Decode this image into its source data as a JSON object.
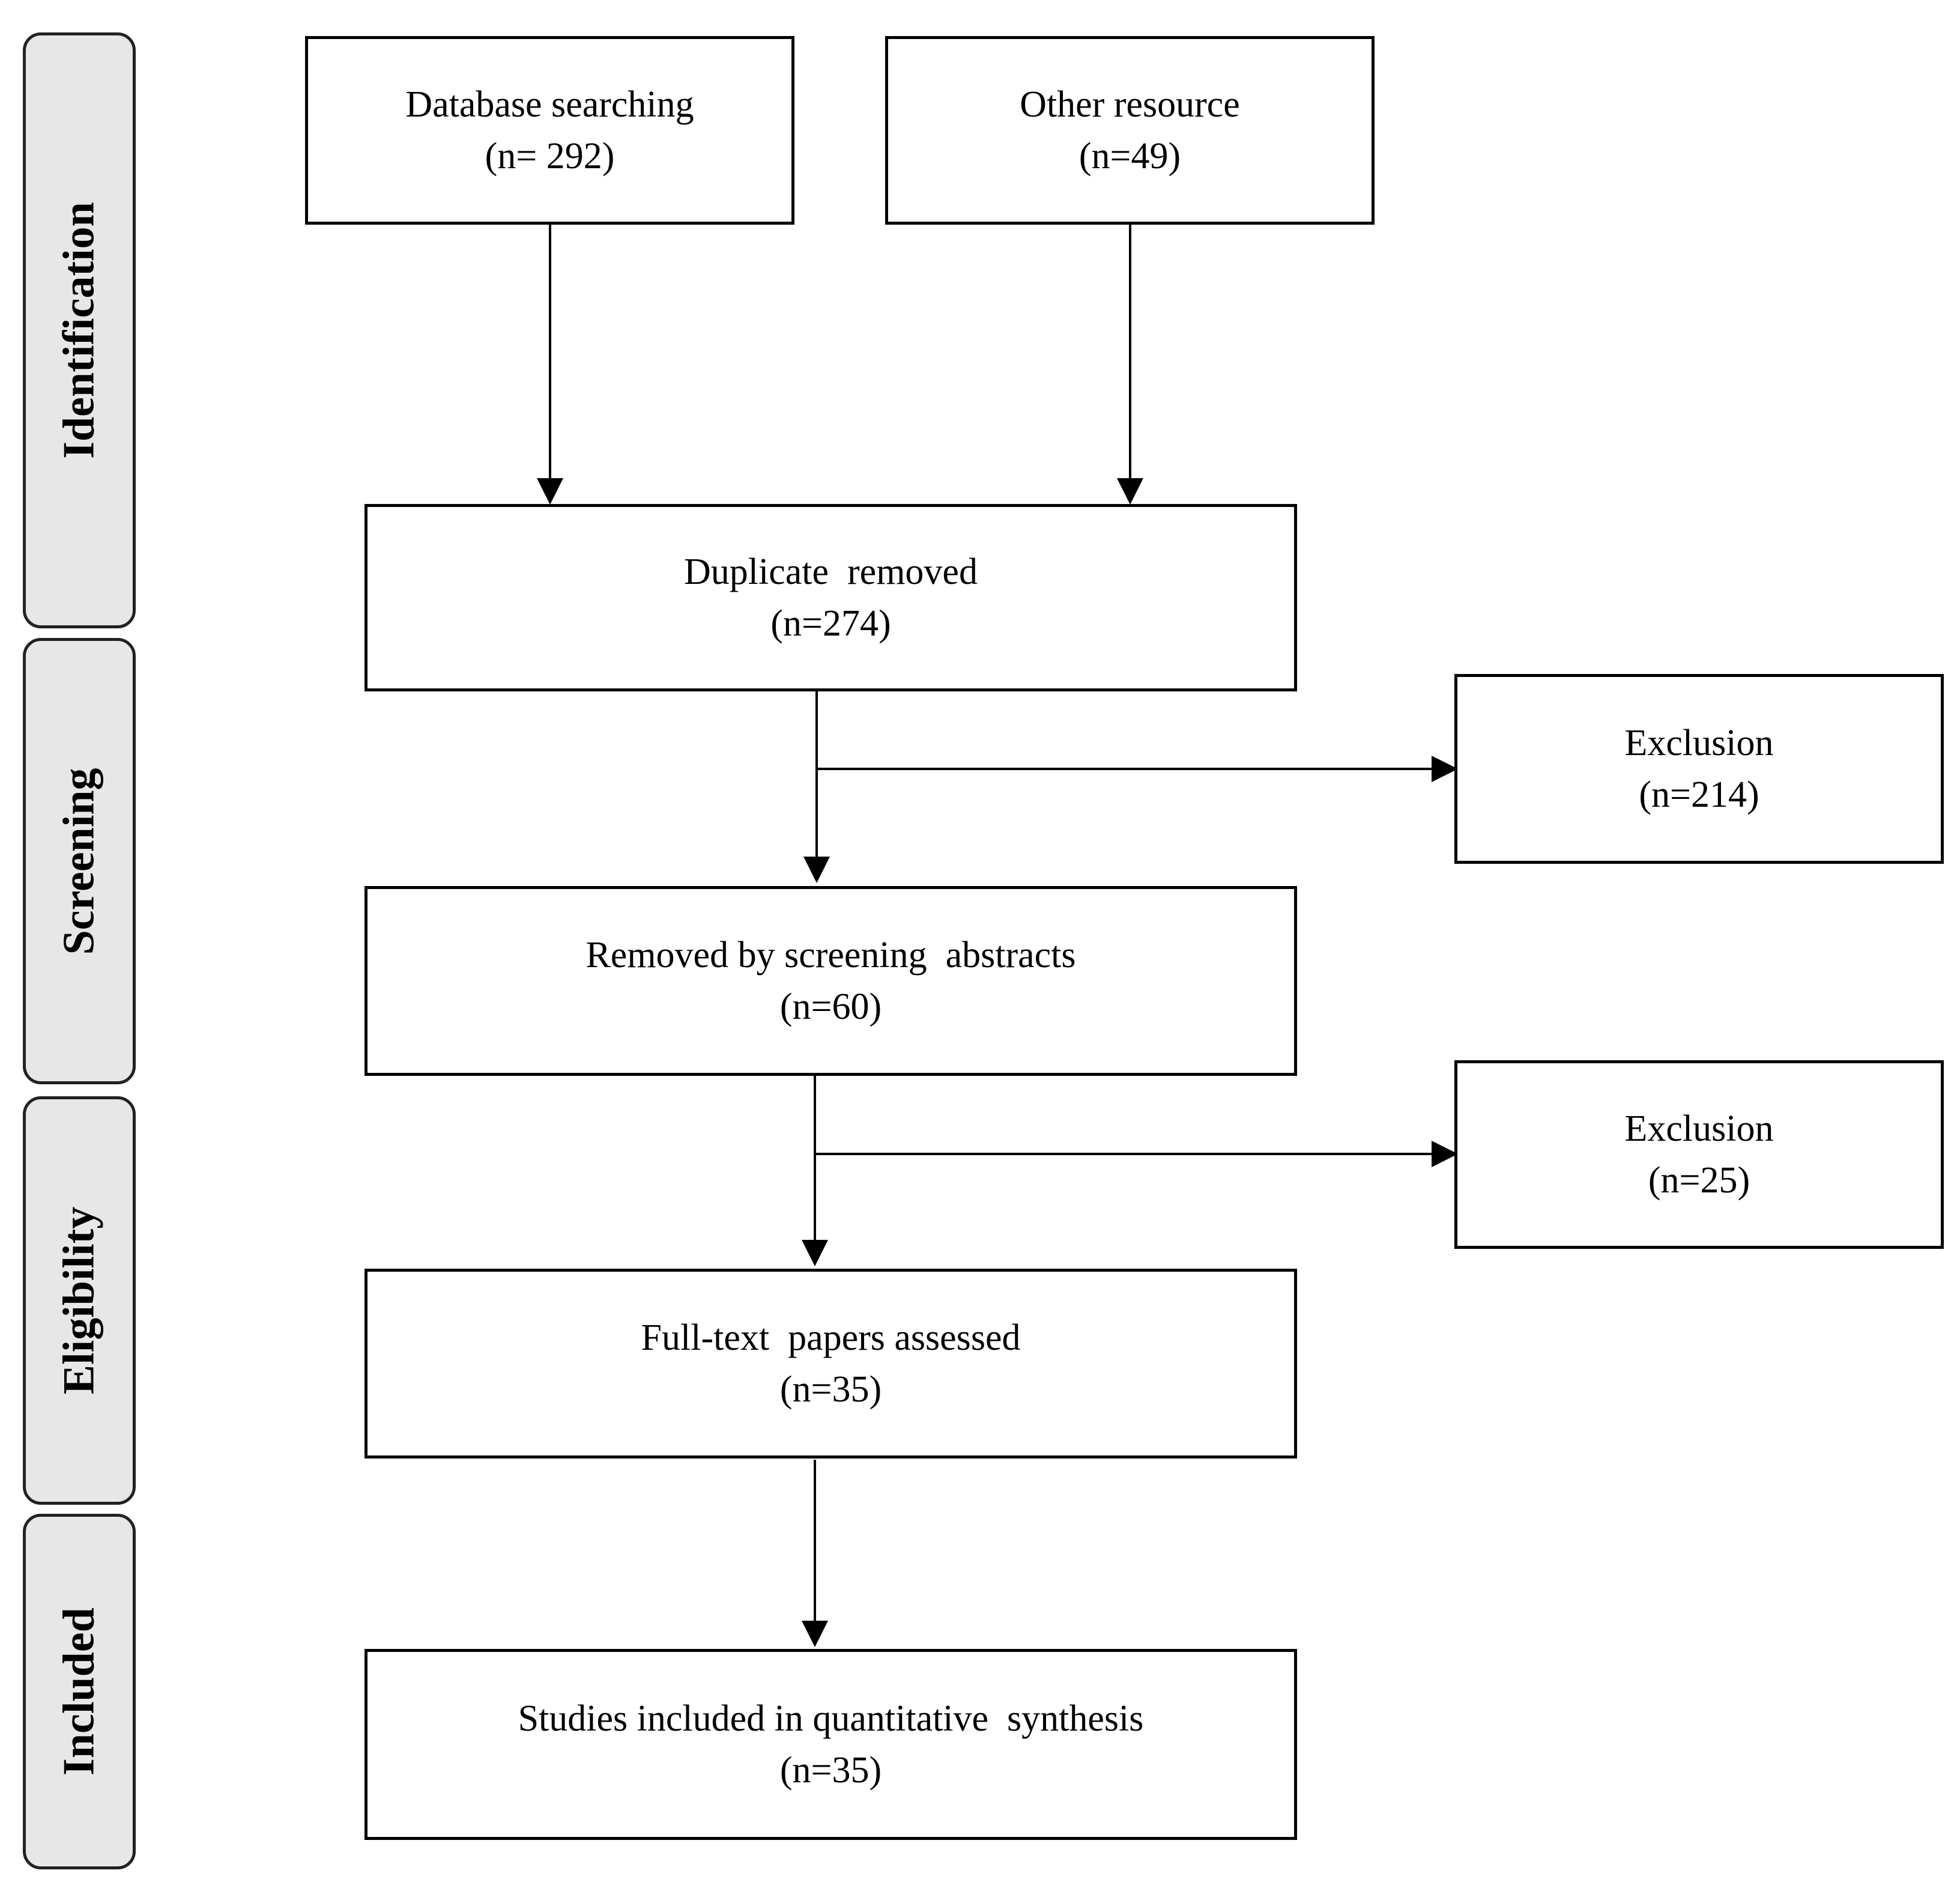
{
  "stages": {
    "identification": "Identification",
    "screening": "Screening",
    "eligibility": "Eligibility",
    "included": "Included"
  },
  "boxes": {
    "database": {
      "title": "Database searching",
      "count": "(n= 292)"
    },
    "other": {
      "title": "Other resource",
      "count": "(n=49)"
    },
    "duplicate": {
      "title": "Duplicate  removed",
      "count": "(n=274)"
    },
    "exclusion1": {
      "title": "Exclusion",
      "count": "(n=214)"
    },
    "abstracts": {
      "title": "Removed by screening  abstracts",
      "count": "(n=60)"
    },
    "exclusion2": {
      "title": "Exclusion",
      "count": "(n=25)"
    },
    "fulltext": {
      "title": "Full-text  papers assessed",
      "count": "(n=35)"
    },
    "included": {
      "title": "Studies included in quantitative  synthesis",
      "count": "(n=35)"
    }
  },
  "colors": {
    "stroke": "#000000",
    "stage_fill": "#e7e7e7"
  }
}
